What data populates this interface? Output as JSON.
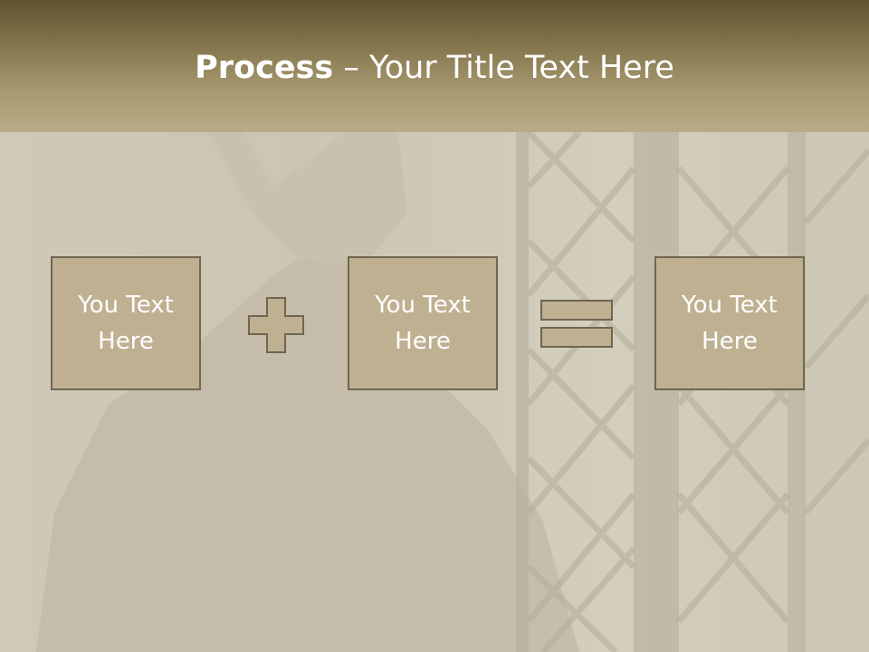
{
  "slide": {
    "title_bold": "Process",
    "title_rest": " – Your Title Text Here",
    "boxes": [
      {
        "line1": "You Text",
        "line2": "Here"
      },
      {
        "line1": "You Text",
        "line2": "Here"
      },
      {
        "line1": "You Text",
        "line2": "Here"
      }
    ],
    "operators": [
      "plus-icon",
      "equals-icon"
    ],
    "colors": {
      "header_top": "#5f5230",
      "header_bottom": "#b8ab86",
      "box_fill": "#bfb092",
      "box_border": "#6e6650",
      "text": "#ffffff"
    }
  }
}
